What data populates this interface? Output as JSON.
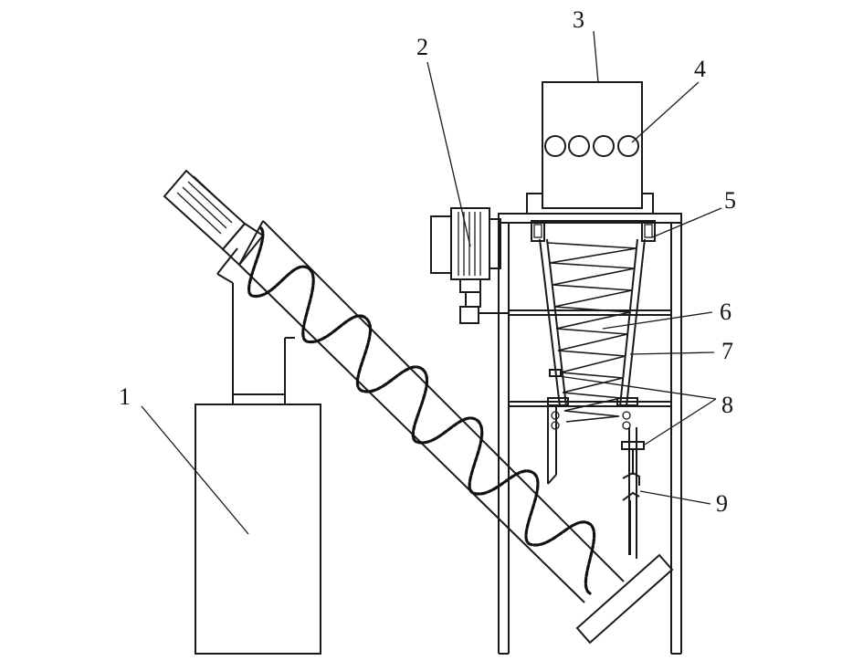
{
  "labels": [
    {
      "id": "1",
      "text": "1"
    },
    {
      "id": "2",
      "text": "2"
    },
    {
      "id": "3",
      "text": "3"
    },
    {
      "id": "4",
      "text": "4"
    },
    {
      "id": "5",
      "text": "5"
    },
    {
      "id": "6",
      "text": "6"
    },
    {
      "id": "7",
      "text": "7"
    },
    {
      "id": "8",
      "text": "8"
    },
    {
      "id": "9",
      "text": "9"
    }
  ],
  "colors": {
    "line": "#1a1a1a",
    "background": "#ffffff"
  }
}
